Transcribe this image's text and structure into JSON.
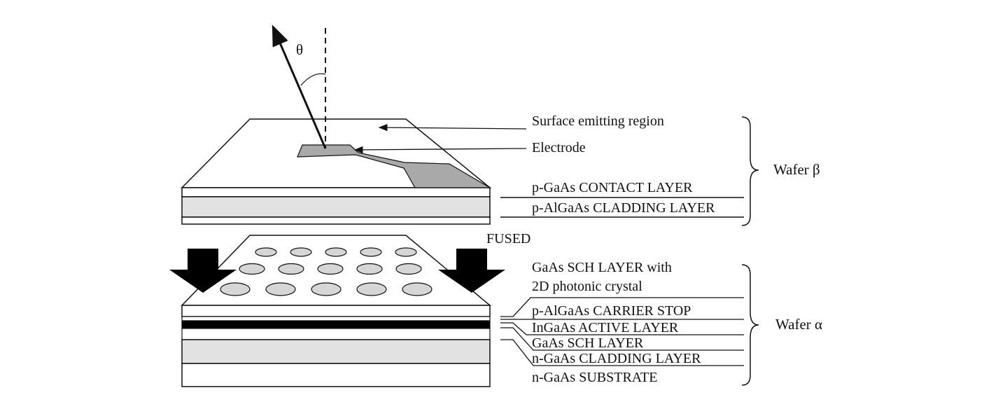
{
  "figure": {
    "angle_symbol": "θ",
    "labels": {
      "surface_emitting_region": "Surface emitting region",
      "electrode": "Electrode",
      "p_gaas_contact": "p-GaAs CONTACT LAYER",
      "p_algaas_cladding": "p-AlGaAs CLADDING LAYER",
      "fused": "FUSED",
      "gaas_sch_photonic_line1": "GaAs SCH LAYER with",
      "gaas_sch_photonic_line2": "2D photonic crystal",
      "p_algaas_carrier_stop": "p-AlGaAs CARRIER STOP",
      "ingaas_active": "InGaAs ACTIVE LAYER",
      "gaas_sch": "GaAs SCH LAYER",
      "n_gaas_cladding": "n-GaAs CLADDING LAYER",
      "n_gaas_substrate": "n-GaAs SUBSTRATE"
    },
    "wafer_beta": "Wafer β",
    "wafer_alpha": "Wafer α",
    "photonic_crystal": {
      "rows": 3,
      "holes_per_row": 5
    },
    "colors": {
      "line": "#111111",
      "light_gray": "#e2e2e2",
      "electrode_gray": "#a9a9a9",
      "black": "#000000"
    }
  }
}
